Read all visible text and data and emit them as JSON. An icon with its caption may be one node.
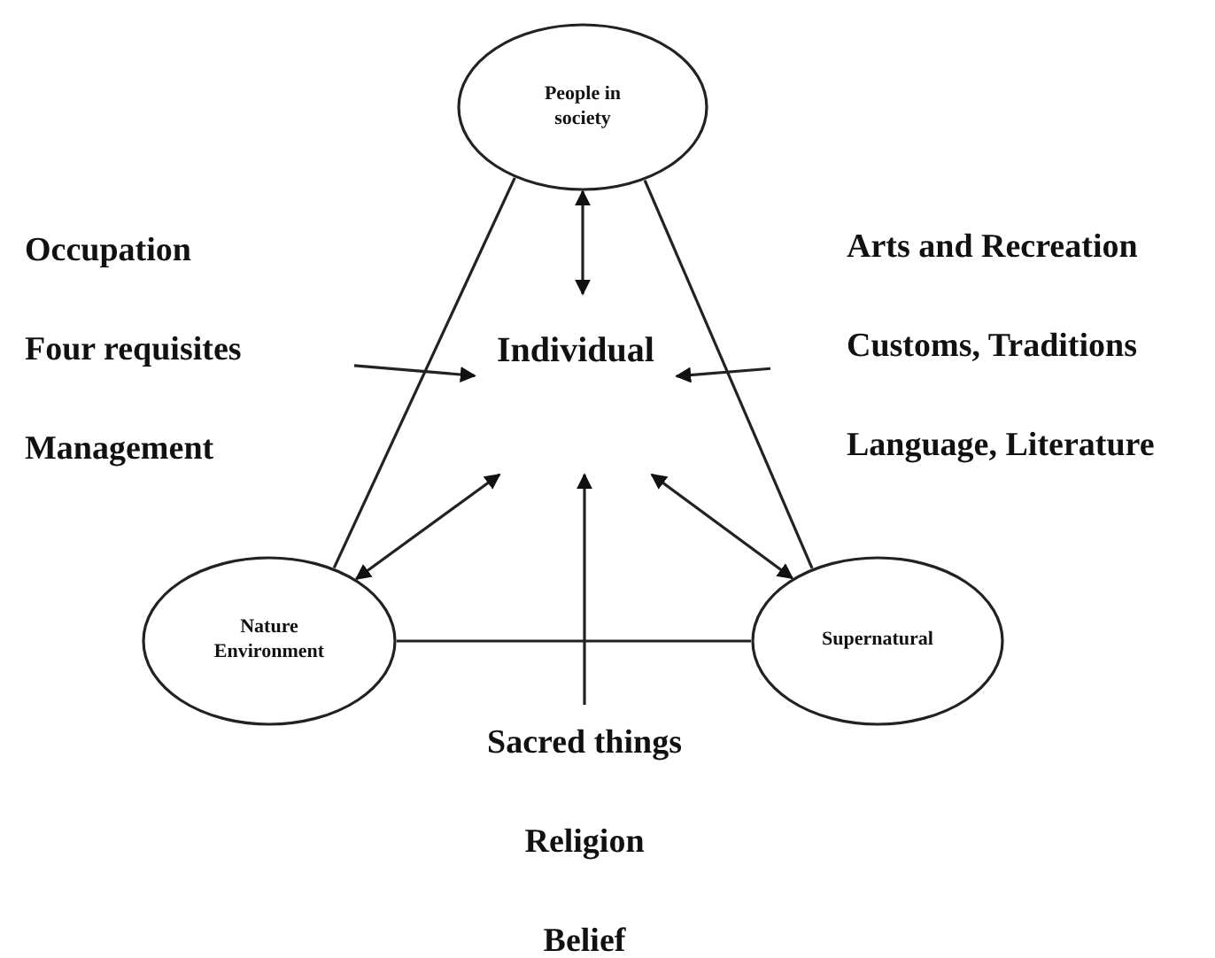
{
  "diagram": {
    "nodes": [
      {
        "text": [
          "People in society"
        ]
      },
      {
        "text": [
          "Individual"
        ]
      },
      {
        "text": [
          "Nature Environment"
        ]
      },
      {
        "text": [
          "Supernatural"
        ]
      },
      {
        "text": [
          "Occupation",
          "Four requisites",
          "Management"
        ]
      },
      {
        "text": [
          "Arts and Recreation",
          "Customs, Traditions",
          "Language, Literature"
        ]
      },
      {
        "text": [
          "Sacred things",
          "Religion",
          "Belief"
        ]
      }
    ],
    "edges": [
      {
        "from": 0,
        "to": 2,
        "arrow": "none"
      },
      {
        "from": 0,
        "to": 3,
        "arrow": "none"
      },
      {
        "from": 2,
        "to": 3,
        "arrow": "none"
      },
      {
        "from": 1,
        "to": 0,
        "arrow": "both"
      },
      {
        "from": 1,
        "to": 2,
        "arrow": "both"
      },
      {
        "from": 1,
        "to": 3,
        "arrow": "both"
      },
      {
        "from": 4,
        "to": 1,
        "arrow": "to"
      },
      {
        "from": 5,
        "to": 1,
        "arrow": "to"
      },
      {
        "from": 6,
        "to": 1,
        "arrow": "to"
      }
    ]
  }
}
